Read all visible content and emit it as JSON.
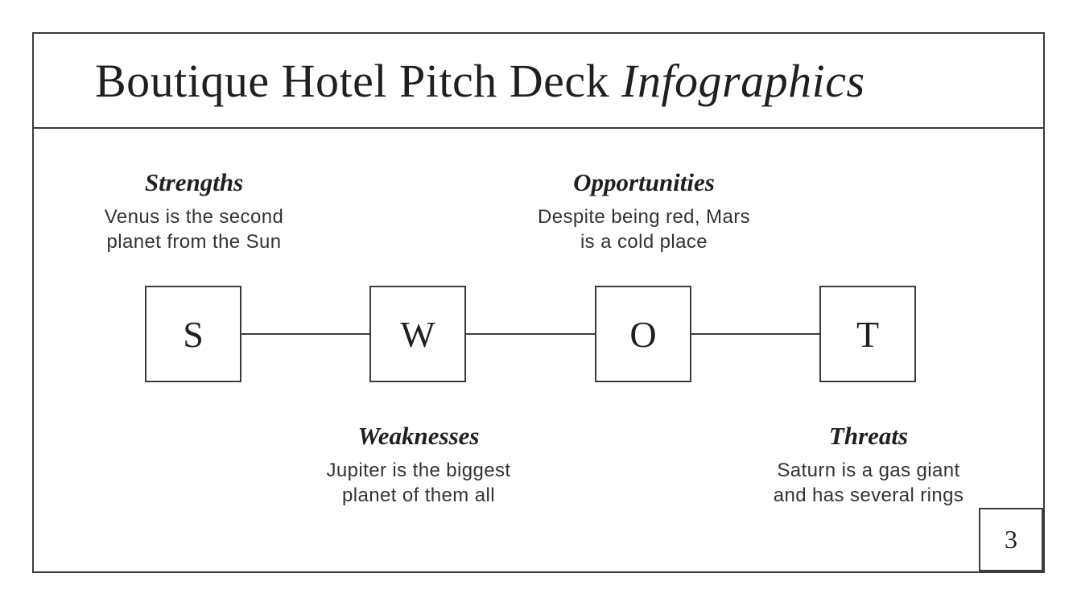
{
  "slide": {
    "title": {
      "regular": "Boutique Hotel Pitch Deck",
      "italic": "Infographics"
    },
    "page_number": "3",
    "swot": {
      "items": [
        {
          "letter": "S",
          "label": "Strengths",
          "desc_lines": [
            "Venus is the second",
            "planet from the Sun"
          ],
          "label_position": "top"
        },
        {
          "letter": "W",
          "label": "Weaknesses",
          "desc_lines": [
            "Jupiter is the biggest",
            "planet of them all"
          ],
          "label_position": "bottom"
        },
        {
          "letter": "O",
          "label": "Opportunities",
          "desc_lines": [
            "Despite being red, Mars",
            "is a cold place"
          ],
          "label_position": "top"
        },
        {
          "letter": "T",
          "label": "Threats",
          "desc_lines": [
            "Saturn is a gas giant",
            "and has several rings"
          ],
          "label_position": "bottom"
        }
      ]
    },
    "colors": {
      "border": "#3b3b3b",
      "text": "#1f1f1f",
      "body_text": "#333333",
      "background": "#ffffff"
    }
  }
}
